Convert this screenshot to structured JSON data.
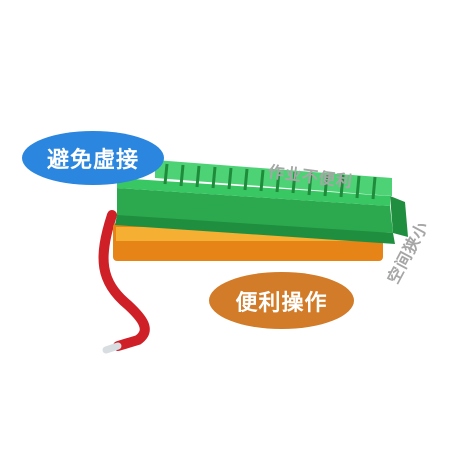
{
  "callouts": {
    "avoid_false_connection": "避免虛接",
    "easy_operation": "便利操作",
    "inconvenient_operation": "作业不便利",
    "narrow_space": "空间狭小"
  },
  "colors": {
    "connector_body": "#2fbd5a",
    "connector_dark": "#1f8f3f",
    "spring_orange": "#f3a12a",
    "wire_red": "#d3242b",
    "blue_bubble": "#2a86de",
    "orange_bubble": "#d27b29",
    "gray_text": "#a6a6a6"
  }
}
